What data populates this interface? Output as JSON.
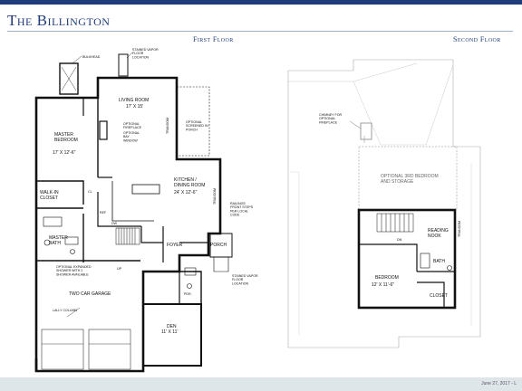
{
  "header": {
    "title": "The Billington",
    "first_floor_label": "First Floor",
    "second_floor_label": "Second Floor"
  },
  "first_floor": {
    "bulkhead": "BULKHEAD",
    "stained_vent": "STAINED VAPOR\nFLOOR\nLOCATION",
    "living_room": "LIVING ROOM",
    "living_dim": "17' X 15'",
    "optional_fireplace": "OPTIONAL\nFIREPLACE",
    "optional_bay": "OPTIONAL\nBAY\nWINDOW",
    "transom_1": "TRANSOM",
    "optional_porch": "OPTIONAL\nSCREENED IN\nPORCH",
    "master_bedroom": "MASTER\nBEDROOM",
    "master_dim": "17' X 12'-6\"",
    "kitchen": "KITCHEN /\nDINING ROOM",
    "kitchen_dim": "24' X 12'-6\"",
    "transom_2": "TRANSOM",
    "walk_in": "WALK-IN\nCLOSET",
    "master_bath": "MASTER\nBATH",
    "optional_expanded": "OPTIONAL EXPANDED\nSHOWER WITH 2\nSHOWER AVAILABLE",
    "foyer": "FOYER",
    "porch": "PORCH",
    "railings": "RAILINGS\nFRONT STEPS\nPER LOCAL\nCODE",
    "stained_floor_2": "STAINED VAPOR\nFLOOR\nLOCATION",
    "two_car_garage": "TWO CAR GARAGE",
    "lally_column": "LALLY COLUMN",
    "den": "DEN",
    "den_dim": "11' X 11'",
    "pdr": "PDR.",
    "cl": "CL",
    "up": "UP",
    "dw": "DW",
    "ref": "REF"
  },
  "second_floor": {
    "chimney": "CHIMNEY FOR\nOPTIONAL\nFIREPLACE",
    "optional_3rd": "OPTIONAL 3RD BEDROOM\nAND STORAGE",
    "reading_nook": "READING\nNOOK",
    "transom": "TRANSOM",
    "bath": "BATH",
    "bedroom": "BEDROOM",
    "bedroom_dim": "12' X 11'-6\"",
    "closet": "CLOSET",
    "dn": "DN"
  },
  "footer": {
    "date": "June 27, 2017 - L"
  }
}
